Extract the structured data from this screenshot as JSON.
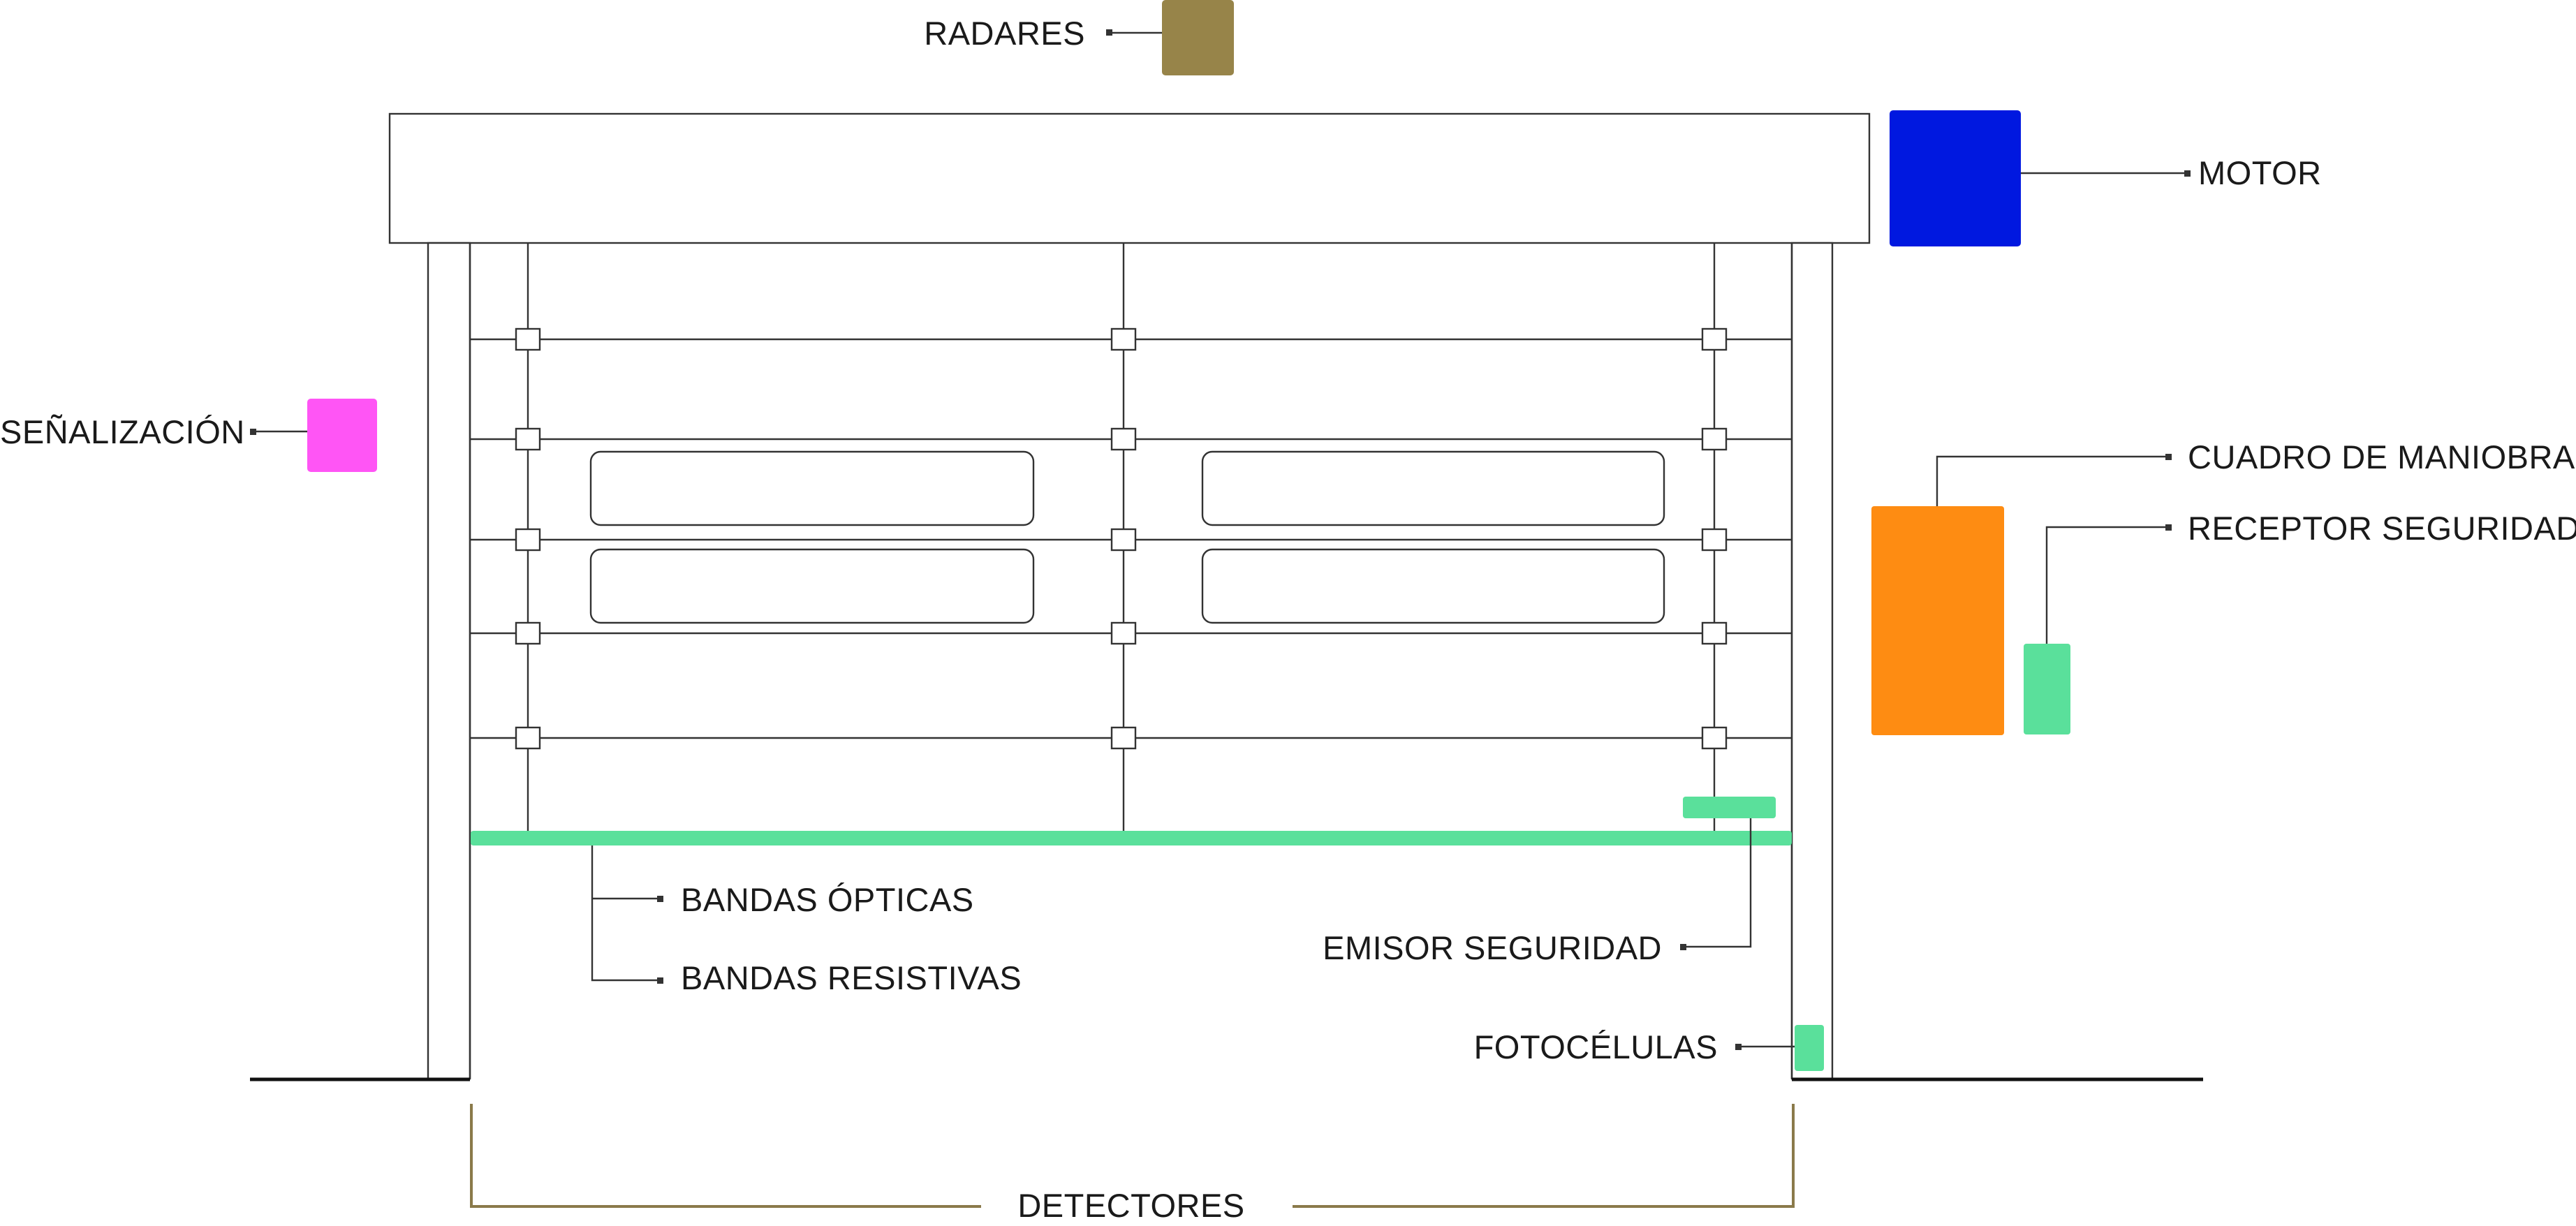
{
  "labels": {
    "radares": "RADARES",
    "motor": "MOTOR",
    "senalizacion": "SEÑALIZACIÓN",
    "cuadro_maniobras": "CUADRO DE MANIOBRAS",
    "receptor_seguridad": "RECEPTOR SEGURIDAD",
    "bandas_opticas": "BANDAS ÓPTICAS",
    "bandas_resistivas": "BANDAS RESISTIVAS",
    "emisor_seguridad": "EMISOR SEGURIDAD",
    "fotocelulas": "FOTOCÉLULAS",
    "detectores": "DETECTORES"
  },
  "colors": {
    "radares": "#978449",
    "motor": "#0018e0",
    "senalizacion": "#ff55f5",
    "cuadro_maniobras": "#fe8c12",
    "safety_green": "#5ae09b",
    "detectores_bracket": "#8a7a4a",
    "outline": "#333333",
    "floor": "#111111"
  }
}
